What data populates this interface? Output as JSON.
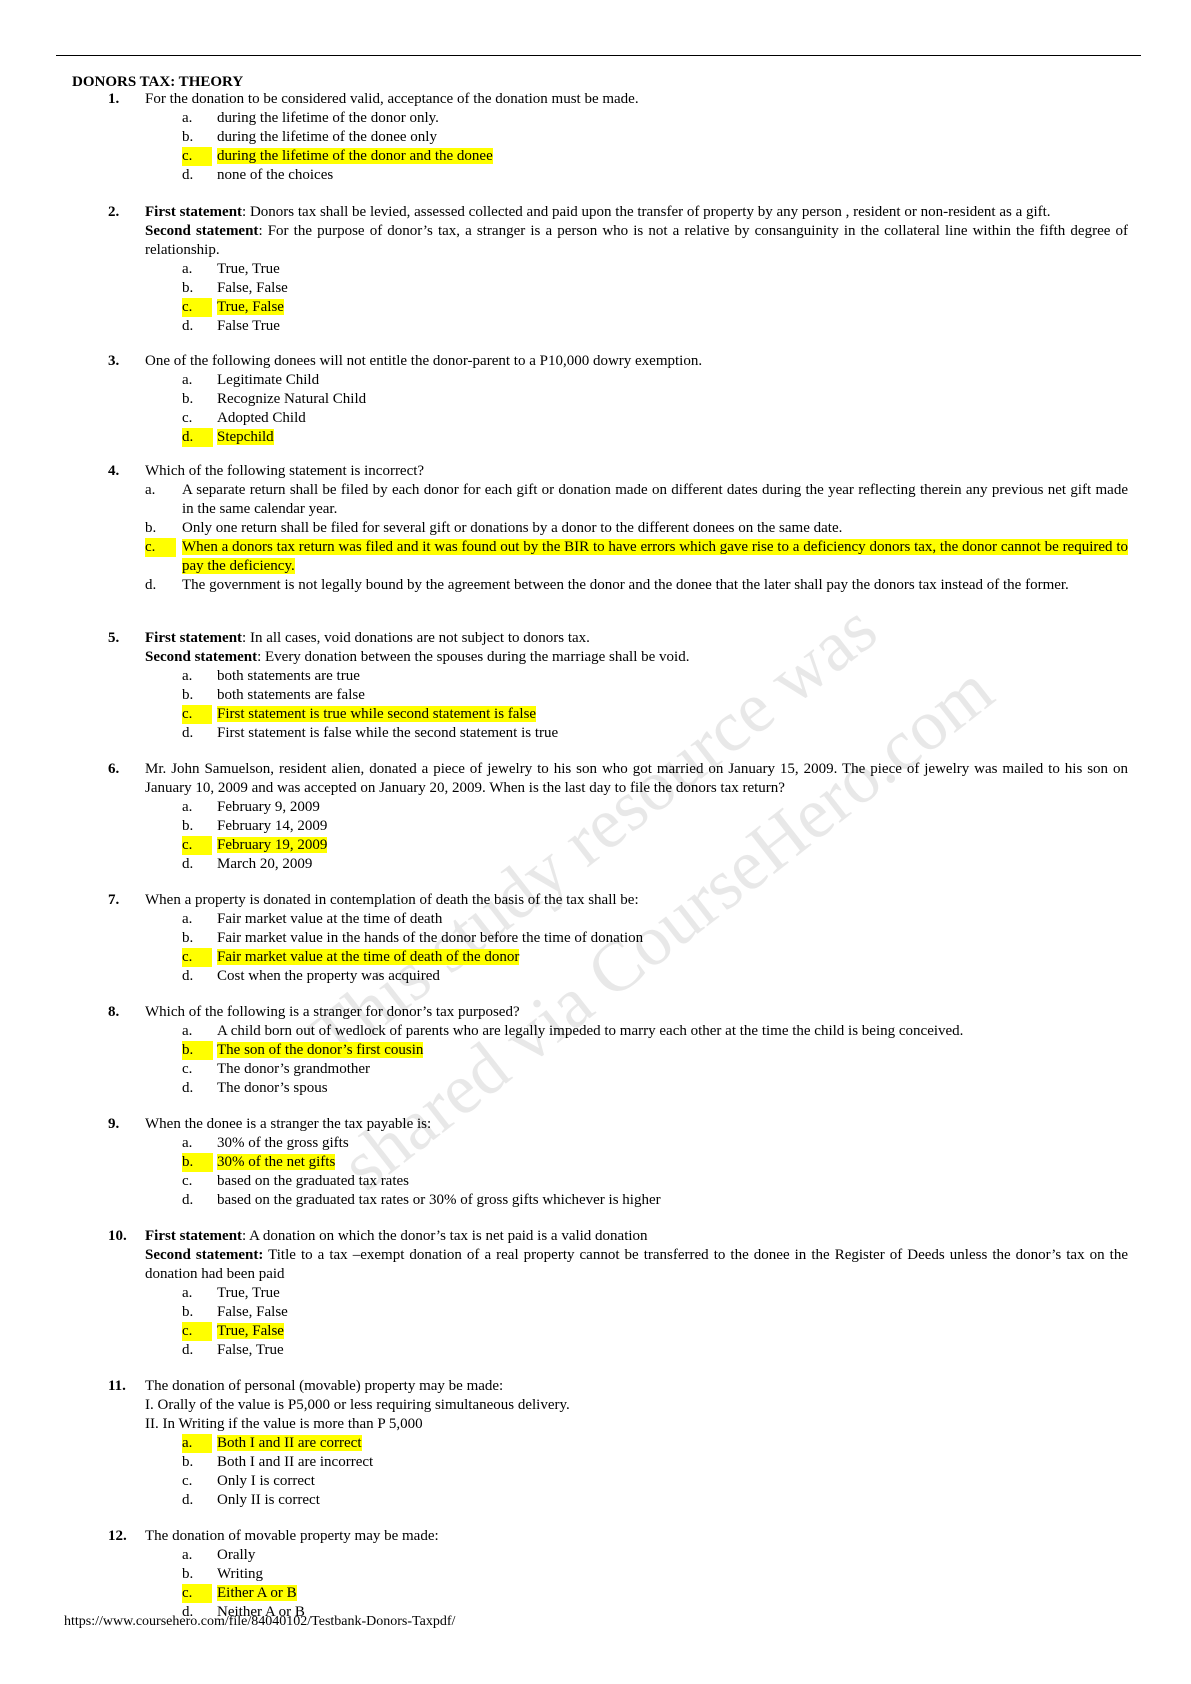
{
  "title": "DONORS TAX: THEORY",
  "questions": [
    {
      "num": "1.",
      "parts": [
        {
          "text": "For the donation to be considered valid, acceptance of the donation must be made."
        }
      ],
      "options": [
        {
          "l": "a.",
          "t": "during the lifetime of the donor only."
        },
        {
          "l": "b.",
          "t": "during the lifetime of the donee only"
        },
        {
          "l": "c.",
          "t": "during the lifetime of the donor and the donee"
        },
        {
          "l": "d.",
          "t": "none of the choices"
        }
      ]
    },
    {
      "num": "2.",
      "parts": [
        {
          "label": "First statement",
          "text": ": Donors tax shall be levied, assessed collected and paid upon the transfer of property by any person , resident or non-resident as a gift."
        },
        {
          "label": "Second statement",
          "text": ": For the purpose of donor’s tax, a stranger is a person who is not a relative by consanguinity in the collateral line within the fifth degree of relationship."
        }
      ],
      "options": [
        {
          "l": "a.",
          "t": "True, True"
        },
        {
          "l": "b.",
          "t": "False, False"
        },
        {
          "l": "c.",
          "t": "True, False"
        },
        {
          "l": "d.",
          "t": "False True"
        }
      ]
    },
    {
      "num": "3.",
      "parts": [
        {
          "text": "One of the following donees will not entitle the donor-parent to a P10,000 dowry exemption."
        }
      ],
      "options": [
        {
          "l": "a.",
          "t": "Legitimate Child"
        },
        {
          "l": "b.",
          "t": "Recognize Natural Child"
        },
        {
          "l": "c.",
          "t": "Adopted Child"
        },
        {
          "l": "d.",
          "t": "Stepchild"
        }
      ]
    },
    {
      "num": "4.",
      "parts": [
        {
          "text": "Which of the following statement is incorrect?"
        }
      ],
      "options": [
        {
          "l": "a.",
          "t": "A separate return shall be filed by each donor for each gift or donation made on different dates during the year reflecting therein any previous net gift made in the same calendar year."
        },
        {
          "l": "b.",
          "t": "Only one return shall be filed for several gift or donations by a donor to the different donees on the same date."
        },
        {
          "l": "c.",
          "t": "When a donors tax return was filed and it was found out by the BIR to have errors which gave rise to a deficiency donors tax, the donor cannot be required to pay the deficiency."
        },
        {
          "l": "d.",
          "t": "The government is not legally bound by the agreement between the donor and the donee that the later shall pay the donors tax instead of the former."
        }
      ]
    },
    {
      "num": "5.",
      "parts": [
        {
          "label": "First statement",
          "text": ": In all cases, void donations are not subject to donors tax."
        },
        {
          "label": "Second statement",
          "text": ": Every donation between the spouses during the marriage shall be void."
        }
      ],
      "options": [
        {
          "l": "a.",
          "t": "both statements are true"
        },
        {
          "l": "b.",
          "t": "both statements are false"
        },
        {
          "l": "c.",
          "t": "First statement is true while second statement is false"
        },
        {
          "l": "d.",
          "t": "First statement is false while the second statement is true"
        }
      ]
    },
    {
      "num": "6.",
      "parts": [
        {
          "text": "Mr. John Samuelson, resident alien, donated a piece of jewelry to his son who got married on January 15, 2009. The piece of jewelry was mailed to his son on January 10, 2009 and was accepted on January 20, 2009. When is the last day to file the donors tax return?"
        }
      ],
      "options": [
        {
          "l": "a.",
          "t": "February 9, 2009"
        },
        {
          "l": "b.",
          "t": "February 14, 2009"
        },
        {
          "l": "c.",
          "t": "February 19, 2009"
        },
        {
          "l": "d.",
          "t": "March 20, 2009"
        }
      ]
    },
    {
      "num": "7.",
      "parts": [
        {
          "text": "When a property is donated in contemplation of death the basis of the tax shall be:"
        }
      ],
      "options": [
        {
          "l": "a.",
          "t": "Fair market value at the time of death"
        },
        {
          "l": "b.",
          "t": "Fair market value in the hands of the donor before the time of donation"
        },
        {
          "l": "c.",
          "t": "Fair market value at the time of death of the donor"
        },
        {
          "l": "d.",
          "t": "Cost when the property was acquired"
        }
      ]
    },
    {
      "num": "8.",
      "parts": [
        {
          "text": "Which of the following is a stranger for donor’s tax purposed?"
        }
      ],
      "options": [
        {
          "l": "a.",
          "t": "A child born out of wedlock of parents who are legally impeded to marry each other at the time the child is being conceived."
        },
        {
          "l": "b.",
          "t": "The son of the donor’s first cousin"
        },
        {
          "l": "c.",
          "t": "The donor’s grandmother"
        },
        {
          "l": "d.",
          "t": "The donor’s spous"
        }
      ]
    },
    {
      "num": "9.",
      "parts": [
        {
          "text": "When the donee is a stranger the tax payable is:"
        }
      ],
      "options": [
        {
          "l": "a.",
          "t": "30% of the gross gifts"
        },
        {
          "l": "b.",
          "t": "30% of the net gifts"
        },
        {
          "l": "c.",
          "t": "based on the graduated tax rates"
        },
        {
          "l": "d.",
          "t": "based on the graduated tax rates or 30% of gross gifts whichever is higher"
        }
      ]
    },
    {
      "num": "10.",
      "parts": [
        {
          "label": "First statement",
          "text": ": A donation on which the donor’s tax is net paid is a valid donation"
        },
        {
          "label": "Second statement:",
          "text": " Title to a tax –exempt donation of a real property cannot be transferred to the donee in the Register of Deeds unless the donor’s tax on the donation had been paid"
        }
      ],
      "options": [
        {
          "l": "a.",
          "t": "True, True"
        },
        {
          "l": "b.",
          "t": "False, False"
        },
        {
          "l": "c.",
          "t": "True, False"
        },
        {
          "l": "d.",
          "t": "False, True"
        }
      ]
    },
    {
      "num": "11.",
      "parts": [
        {
          "text": "The donation of personal (movable) property may be made:"
        },
        {
          "text": "I. Orally of the value is P5,000 or less requiring simultaneous delivery."
        },
        {
          "text": "II. In Writing if the value is more than P 5,000"
        }
      ],
      "options": [
        {
          "l": "a.",
          "t": "Both I and II are correct"
        },
        {
          "l": "b.",
          "t": "Both I and II are incorrect"
        },
        {
          "l": "c.",
          "t": "Only I is correct"
        },
        {
          "l": "d.",
          "t": "Only II is correct"
        }
      ]
    },
    {
      "num": "12.",
      "parts": [
        {
          "text": "The donation of movable property may be made:"
        }
      ],
      "options": [
        {
          "l": "a.",
          "t": "Orally"
        },
        {
          "l": "b.",
          "t": "Writing"
        },
        {
          "l": "c.",
          "t": "Either A or B"
        },
        {
          "l": "d.",
          "t": "Neither A or B"
        }
      ]
    }
  ],
  "watermark": [
    "This study resource was",
    "shared via CourseHero.com"
  ],
  "footer": "https://www.coursehero.com/file/84040102/Testbank-Donors-Taxpdf/",
  "colors": {
    "highlight": "#ffff00",
    "text": "#000000"
  }
}
